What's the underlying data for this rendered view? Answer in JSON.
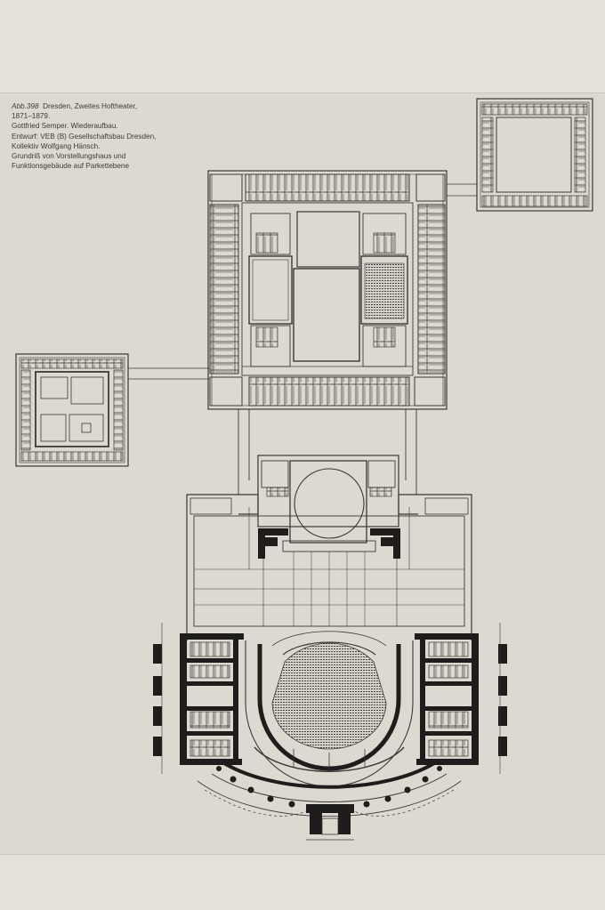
{
  "caption": {
    "figure_number": "Abb.398",
    "line1": "Dresden, Zweites Hoftheater,",
    "line2": "1871–1879.",
    "line3": "Gottfried Semper. Wiederaufbau.",
    "line4": "Entwurf: VEB (B) Gesellschaftsbau Dresden,",
    "line5": "Kollektiv Wolfgang Hänsch.",
    "line6": "Grundriß von Vorstellungshaus und",
    "line7": "Funktionsgebäude auf Parkettebene"
  },
  "colors": {
    "paper": "#dcd9d1",
    "background": "#e4e1d9",
    "ink": "#3a3936",
    "heavy_wall": "#1e1d1b"
  }
}
